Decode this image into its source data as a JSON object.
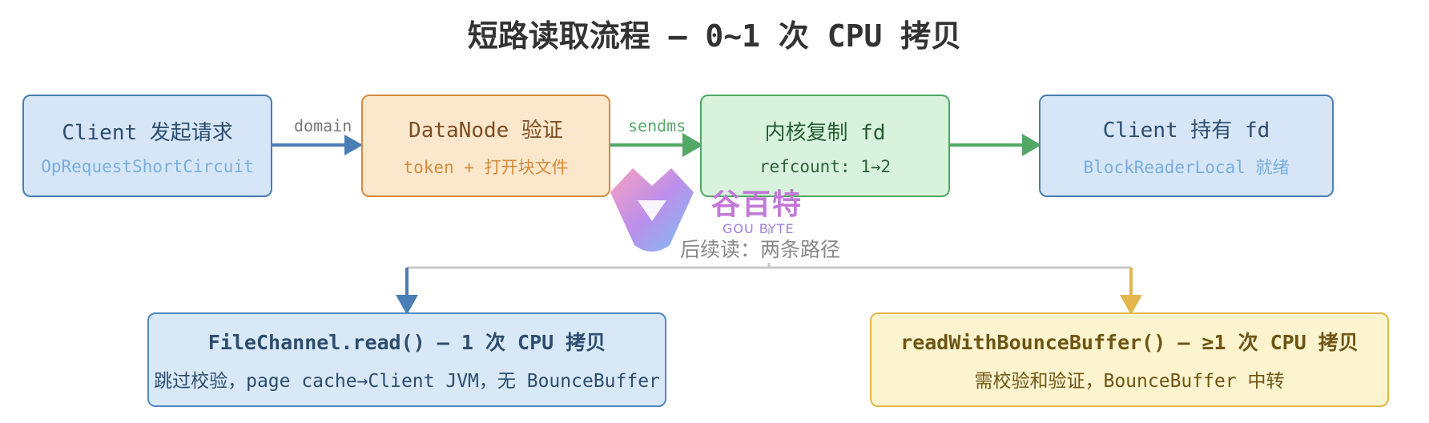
{
  "title": "短路读取流程 — 0~1 次 CPU 拷贝",
  "nodes": [
    {
      "main": "Client 发起请求",
      "sub": "OpRequestShortCircuit"
    },
    {
      "main": "DataNode 验证",
      "sub": "token + 打开块文件"
    },
    {
      "main": "内核复制 fd",
      "sub": "refcount: 1→2"
    },
    {
      "main": "Client 持有 fd",
      "sub": "BlockReaderLocal 就绪"
    }
  ],
  "edges": [
    {
      "label": "domain"
    },
    {
      "label": "sendms"
    },
    {
      "label": ""
    }
  ],
  "branch": {
    "label": "后续读：两条路径"
  },
  "paths": [
    {
      "main": "FileChannel.read() — 1 次 CPU 拷贝",
      "sub": "跳过校验，page cache→Client JVM，无 BounceBuffer"
    },
    {
      "main": "readWithBounceBuffer() — ≥1 次 CPU 拷贝",
      "sub": "需校验和验证，BounceBuffer 中转"
    }
  ],
  "watermark": {
    "text": "谷百特",
    "sub": "GOU BYTE"
  },
  "colors": {
    "blue": "#4a7eb4",
    "orange": "#d48a3c",
    "green": "#52a865",
    "yellow": "#e3b74c",
    "gray": "#c8c8c8"
  }
}
